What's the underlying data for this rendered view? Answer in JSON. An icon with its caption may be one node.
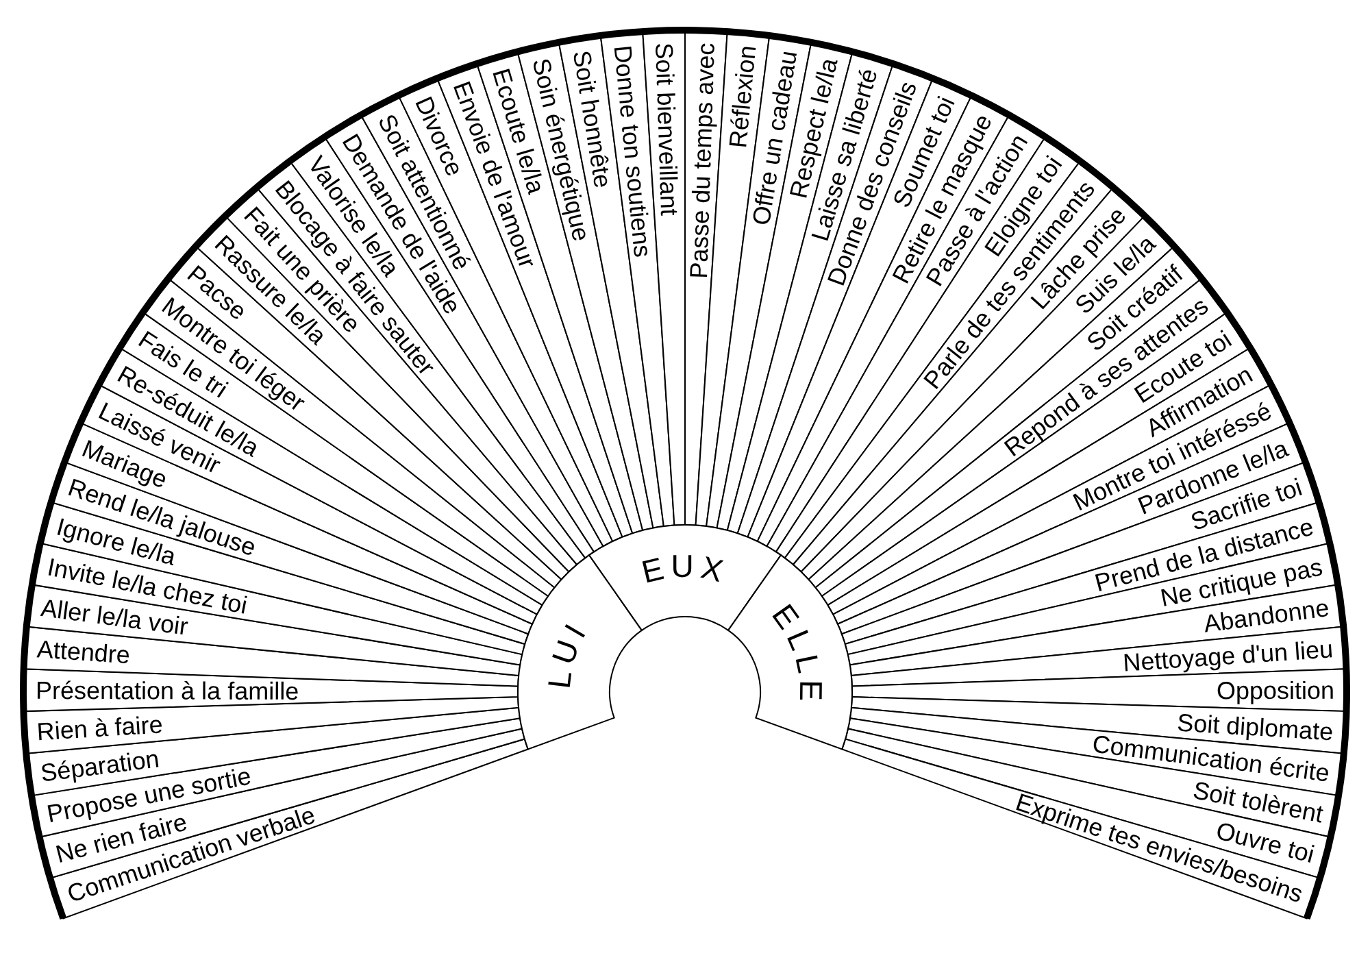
{
  "diagram": {
    "nodes": [
      {
        "text": [
          "Communication verbale"
        ]
      },
      {
        "text": [
          "Ne rien faire"
        ]
      },
      {
        "text": [
          "Propose une sortie"
        ]
      },
      {
        "text": [
          "Séparation"
        ]
      },
      {
        "text": [
          "Rien à faire"
        ]
      },
      {
        "text": [
          "Présentation à la famille"
        ]
      },
      {
        "text": [
          "Attendre"
        ]
      },
      {
        "text": [
          "Aller le/la voir"
        ]
      },
      {
        "text": [
          "Invite le/la chez toi"
        ]
      },
      {
        "text": [
          "Ignore le/la"
        ]
      },
      {
        "text": [
          "Rend le/la jalouse"
        ]
      },
      {
        "text": [
          "Mariage"
        ]
      },
      {
        "text": [
          "Laissé venir"
        ]
      },
      {
        "text": [
          "Re-séduit le/la"
        ]
      },
      {
        "text": [
          "Fais le tri"
        ]
      },
      {
        "text": [
          "Montre toi léger"
        ]
      },
      {
        "text": [
          "Pacse"
        ]
      },
      {
        "text": [
          "Rassure le/la"
        ]
      },
      {
        "text": [
          "Fait une prière"
        ]
      },
      {
        "text": [
          "Blocage à faire sauter"
        ]
      },
      {
        "text": [
          "Valorise le/la"
        ]
      },
      {
        "text": [
          "Demande de l'aide"
        ]
      },
      {
        "text": [
          "Soit attentionné"
        ]
      },
      {
        "text": [
          "Divorce"
        ]
      },
      {
        "text": [
          "Envoie de l'amour"
        ]
      },
      {
        "text": [
          "Ecoute le/la"
        ]
      },
      {
        "text": [
          "Soin énergétique"
        ]
      },
      {
        "text": [
          "Soit honnête"
        ]
      },
      {
        "text": [
          "Donne ton soutiens"
        ]
      },
      {
        "text": [
          "Soit bienveillant"
        ]
      },
      {
        "text": [
          "Passe du temps avec"
        ]
      },
      {
        "text": [
          "Réflexion"
        ]
      },
      {
        "text": [
          "Offre un cadeau"
        ]
      },
      {
        "text": [
          "Respect le/la"
        ]
      },
      {
        "text": [
          "Laisse sa liberté"
        ]
      },
      {
        "text": [
          "Donne des conseils"
        ]
      },
      {
        "text": [
          "Soumet toi"
        ]
      },
      {
        "text": [
          "Retire le masque"
        ]
      },
      {
        "text": [
          "Passe à l'action"
        ]
      },
      {
        "text": [
          "Eloigne toi"
        ]
      },
      {
        "text": [
          "Parle de tes sentiments"
        ]
      },
      {
        "text": [
          "Lâche prise"
        ]
      },
      {
        "text": [
          "Suis le/la"
        ]
      },
      {
        "text": [
          "Soit créatif"
        ]
      },
      {
        "text": [
          "Repond à ses attentes"
        ]
      },
      {
        "text": [
          "Ecoute toi"
        ]
      },
      {
        "text": [
          "Affirmation"
        ]
      },
      {
        "text": [
          "Montre toi intéréssé"
        ]
      },
      {
        "text": [
          "Pardonne le/la"
        ]
      },
      {
        "text": [
          "Sacrifie toi"
        ]
      },
      {
        "text": [
          "Prend de la distance"
        ]
      },
      {
        "text": [
          "Ne critique pas"
        ]
      },
      {
        "text": [
          "Abandonne"
        ]
      },
      {
        "text": [
          "Nettoyage d'un lieu"
        ]
      },
      {
        "text": [
          "Opposition"
        ]
      },
      {
        "text": [
          "Soit diplomate"
        ]
      },
      {
        "text": [
          "Communication écrite"
        ]
      },
      {
        "text": [
          "Soit tolèrent"
        ]
      },
      {
        "text": [
          "Ouvre toi"
        ]
      },
      {
        "text": [
          "Exprime tes envies/besoins"
        ]
      },
      {
        "text": [
          "LUI"
        ]
      },
      {
        "text": [
          "EUX"
        ]
      },
      {
        "text": [
          "ELLE"
        ]
      }
    ]
  }
}
